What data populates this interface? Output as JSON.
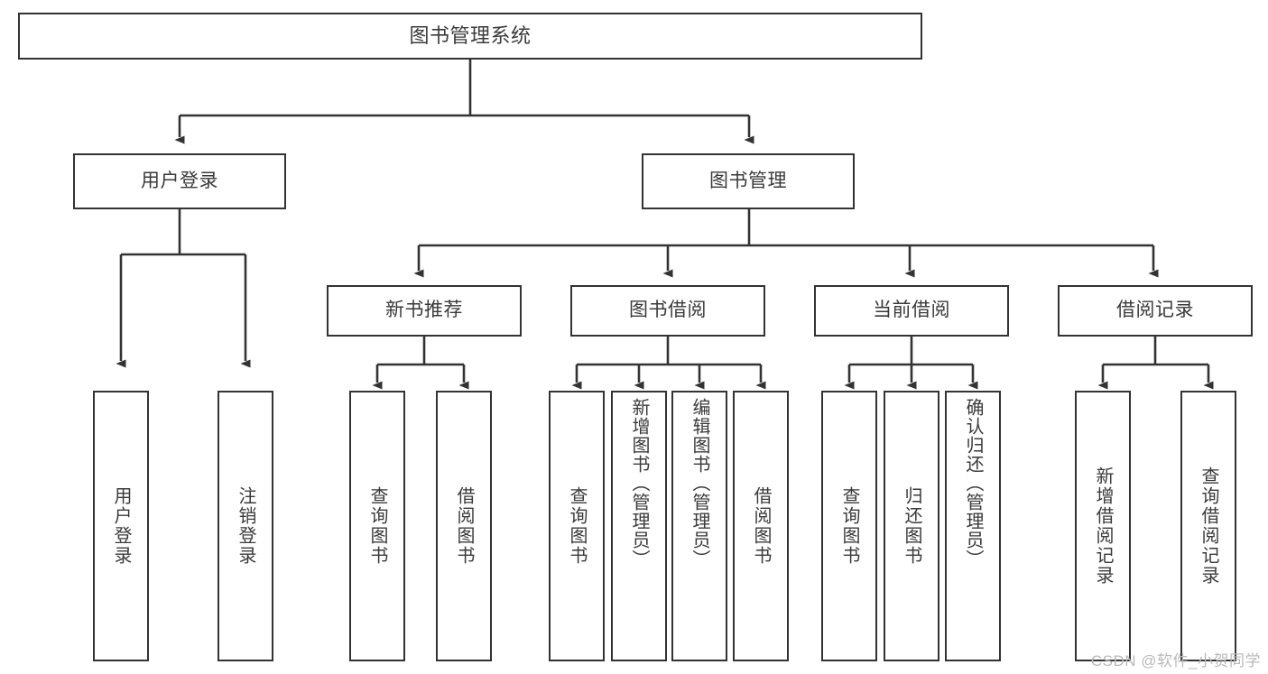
{
  "diagram": {
    "title": "图书管理系统",
    "type": "tree-hierarchy",
    "watermark": "CSDN @软件_小贺同学",
    "colors": {
      "box_border": "#333333",
      "box_fill": "#ffffff",
      "text": "#3a3a3a",
      "edge": "#333333",
      "watermark": "#b9b9b9",
      "background": "#ffffff"
    },
    "nodes": {
      "root": {
        "label": "图书管理系统"
      },
      "level2": [
        {
          "id": "user-login",
          "label": "用户登录"
        },
        {
          "id": "book-management",
          "label": "图书管理"
        }
      ],
      "level3": [
        {
          "id": "new-book-recommend",
          "label": "新书推荐"
        },
        {
          "id": "book-borrow",
          "label": "图书借阅"
        },
        {
          "id": "current-borrow",
          "label": "当前借阅"
        },
        {
          "id": "borrow-record",
          "label": "借阅记录"
        }
      ],
      "leaves": {
        "user_login": [
          {
            "id": "leaf-user-login",
            "label": "用户登录"
          },
          {
            "id": "leaf-logout-login",
            "label": "注销登录"
          }
        ],
        "new_book_recommend": [
          {
            "id": "leaf-query-book-1",
            "label": "查询图书"
          },
          {
            "id": "leaf-borrow-book-1",
            "label": "借阅图书"
          }
        ],
        "book_borrow": [
          {
            "id": "leaf-query-book-2",
            "label": "查询图书"
          },
          {
            "id": "leaf-add-book",
            "label": "新增图书（管理员）"
          },
          {
            "id": "leaf-edit-book",
            "label": "编辑图书（管理员）"
          },
          {
            "id": "leaf-borrow-book-2",
            "label": "借阅图书"
          }
        ],
        "current_borrow": [
          {
            "id": "leaf-query-book-3",
            "label": "查询图书"
          },
          {
            "id": "leaf-return-book",
            "label": "归还图书"
          },
          {
            "id": "leaf-confirm-return",
            "label": "确认归还（管理员）"
          }
        ],
        "borrow_record": [
          {
            "id": "leaf-add-borrow-record",
            "label": "新增借阅记录"
          },
          {
            "id": "leaf-query-borrow-record",
            "label": "查询借阅记录"
          }
        ]
      }
    }
  }
}
